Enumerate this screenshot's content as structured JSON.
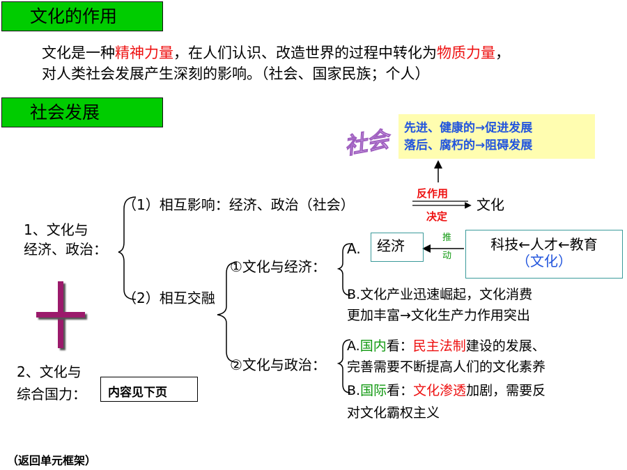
{
  "headers": {
    "role": "文化的作用",
    "society": "社会发展"
  },
  "intro": {
    "line1_a": "文化是一种",
    "line1_b": "精神力量",
    "line1_c": "，在人们认识、改造世界的过程中转化为",
    "line1_d": "物质力量",
    "line1_e": "，",
    "line2": "对人类社会发展产生深刻的影响。（社会、国家民族；个人）"
  },
  "society_box": {
    "watermark": "社会",
    "line1": "先进、健康的→促进发展",
    "line2": "落后、腐朽的→阻碍发展"
  },
  "node1": {
    "line1": "1、文化与",
    "line2": "经济、政治："
  },
  "branch1": "（1）相互影响：经济、政治（社会）",
  "reaction_label": "反作用",
  "decide_label": "决定",
  "culture_label": "文化",
  "branch2": "（2）相互交融",
  "econ": {
    "title": "①文化与经济：",
    "a_prefix": "A.",
    "a_box": "经济",
    "push_1": "推",
    "push_2": "动",
    "tech_line1": "科技←人才←教育",
    "tech_line2": "（文化）",
    "b_line1": "B.文化产业迅速崛起，文化消费",
    "b_line2": "更加丰富→文化生产力作用突出"
  },
  "politics": {
    "title": "②文化与政治：",
    "a_prefix": "A.",
    "a_green": "国内",
    "a_mid": "看：",
    "a_red": "民主法制",
    "a_rest": "建设的发展、",
    "a_line2": "完善需要不断提高人们的文化素养",
    "b_prefix": "B.",
    "b_green": "国际",
    "b_mid": "看：",
    "b_red": "文化渗透",
    "b_rest": "加剧，需要反",
    "b_line2": "对文化霸权主义"
  },
  "node2": {
    "line1": "2、文化与",
    "line2": "综合国力："
  },
  "next_page_btn": "内容见下页",
  "back_link": "（返回单元框架）",
  "colors": {
    "header_green": "#00cc00",
    "red": "#ee1111",
    "green": "#119911",
    "blue": "#2255dd",
    "yellow_box": "#fffdb0",
    "plus_purple": "#9b1a6b"
  }
}
